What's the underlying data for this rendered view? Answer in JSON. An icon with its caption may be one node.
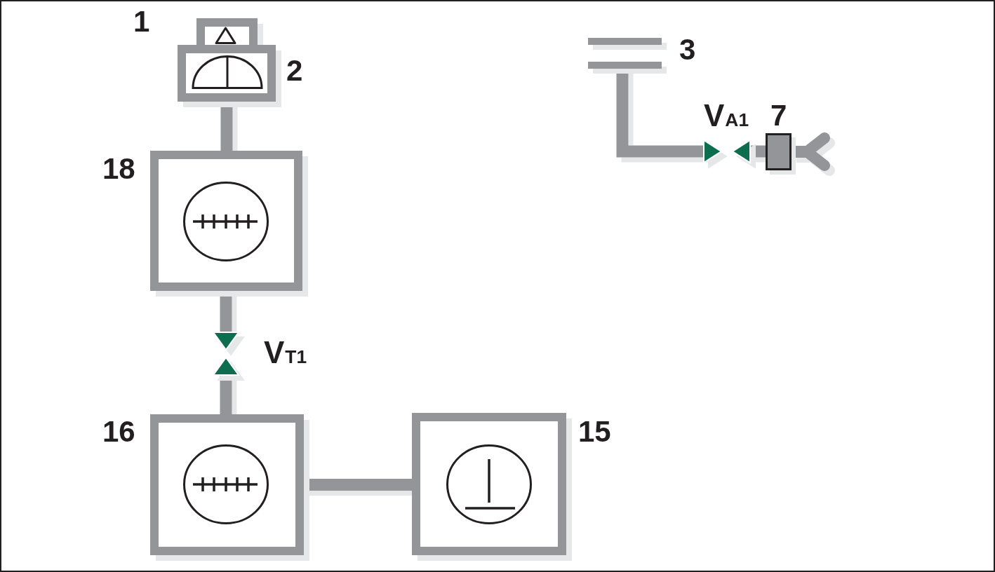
{
  "diagram": {
    "nodes": [
      {
        "text": [],
        "shape": "box",
        "beside": [
          "1"
        ]
      },
      {
        "text": [],
        "shape": "box",
        "beside": [
          "2"
        ]
      },
      {
        "text": [],
        "shape": "bar",
        "beside": [
          "3"
        ]
      },
      {
        "text": [],
        "shape": "bowtie",
        "beside": [
          "V$_{A1}$"
        ]
      },
      {
        "text": [],
        "shape": "box",
        "beside": [
          "7"
        ]
      },
      {
        "text": [],
        "shape": "box",
        "beside": [
          "18"
        ]
      },
      {
        "text": [],
        "shape": "bowtie",
        "beside": [
          "V$_{T1}$"
        ]
      },
      {
        "text": [],
        "shape": "box",
        "beside": [
          "16"
        ]
      },
      {
        "text": [],
        "shape": "box",
        "beside": [
          "15"
        ]
      }
    ],
    "edges": [
      {
        "from": 1,
        "to": 5,
        "arrow": "none"
      },
      {
        "from": 5,
        "to": 6,
        "arrow": "none"
      },
      {
        "from": 6,
        "to": 7,
        "arrow": "none"
      },
      {
        "from": 7,
        "to": 8,
        "arrow": "none"
      },
      {
        "from": 2,
        "to": 3,
        "arrow": "none"
      },
      {
        "from": 3,
        "to": 4,
        "arrow": "none"
      },
      {
        "from": 4,
        "to": null,
        "arrow": "other"
      }
    ]
  }
}
